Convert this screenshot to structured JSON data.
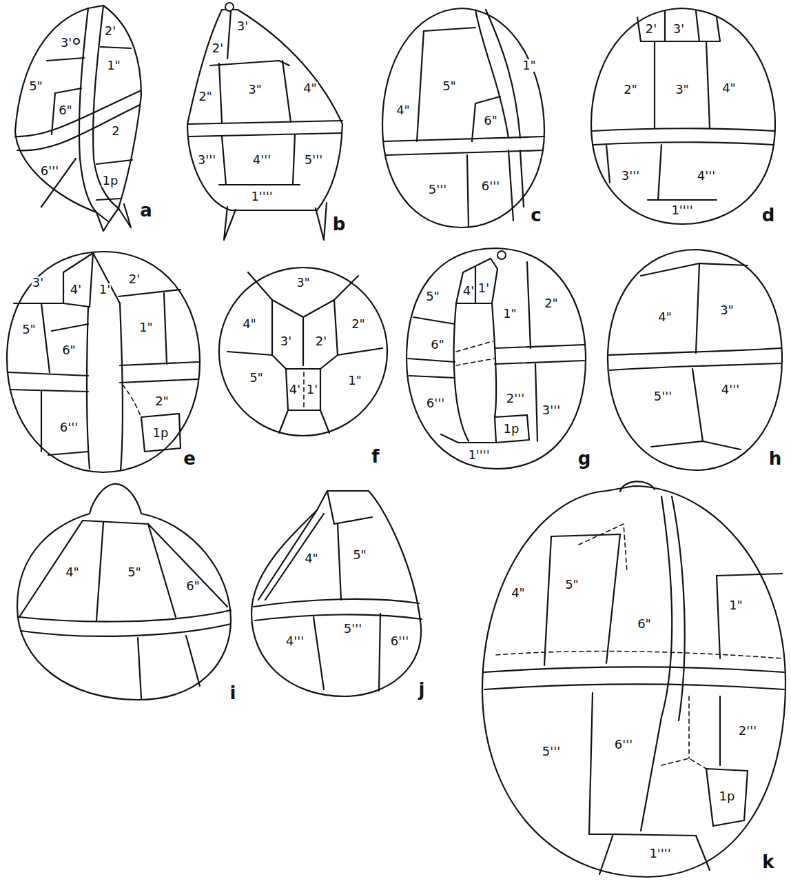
{
  "diagram": {
    "labels": [
      "2'",
      "3'",
      "1\"",
      "5\"",
      "6\"",
      "2",
      "6'''",
      "1p",
      "a",
      "3'",
      "2'",
      "2\"",
      "3\"",
      "4\"",
      "3'''",
      "4'''",
      "5'''",
      "1''''",
      "b",
      "4\"",
      "5\"",
      "1\"",
      "6\"",
      "5'''",
      "6'''",
      "c",
      "2'",
      "3'",
      "2\"",
      "3\"",
      "4\"",
      "3'''",
      "4'''",
      "1''''",
      "d",
      "3'",
      "4'",
      "1'",
      "2'",
      "5\"",
      "1\"",
      "6\"",
      "2\"",
      "6'''",
      "1p",
      "e",
      "3\"",
      "4\"",
      "2\"",
      "3'",
      "2'",
      "5\"",
      "1\"",
      "4'",
      "1'",
      "f",
      "4'",
      "1'",
      "5\"",
      "1\"",
      "2\"",
      "6\"",
      "6'''",
      "2'''",
      "3'''",
      "1p",
      "1''''",
      "g",
      "4\"",
      "3\"",
      "5'''",
      "4'''",
      "h",
      "4\"",
      "5\"",
      "6\"",
      "i",
      "4\"",
      "5\"",
      "4'''",
      "5'''",
      "6'''",
      "j",
      "4\"",
      "5\"",
      "1\"",
      "6\"",
      "5'''",
      "6'''",
      "2'''",
      "1p",
      "1''''",
      "k"
    ]
  }
}
